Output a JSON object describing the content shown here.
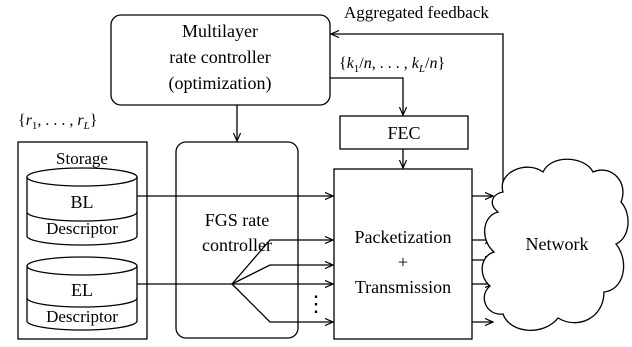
{
  "controller": {
    "line1": "Multilayer",
    "line2": "rate controller",
    "line3": "(optimization)"
  },
  "feedback_label": "Aggregated feedback",
  "fec_params": {
    "open": "{",
    "k1": "k",
    "sub1": "1",
    "slash1": "/",
    "n1": "n",
    "mid": ", . . . , ",
    "kL": "k",
    "subL": "L",
    "slash2": "/",
    "n2": "n",
    "close": "}"
  },
  "rate_params": {
    "open": "{",
    "r1": "r",
    "sub1": "1",
    "mid": ", . . . , ",
    "rL": "r",
    "subL": "L",
    "close": "}"
  },
  "fec": {
    "label": "FEC"
  },
  "storage": {
    "title": "Storage",
    "bl": {
      "label": "BL",
      "desc": "Descriptor"
    },
    "el": {
      "label": "EL",
      "desc": "Descriptor"
    }
  },
  "fgs": {
    "line1": "FGS rate",
    "line2": "controller"
  },
  "packetization": {
    "line1": "Packetization",
    "line2": "+",
    "line3": "Transmission"
  },
  "ellipsis": "⋮",
  "network": {
    "label": "Network"
  }
}
